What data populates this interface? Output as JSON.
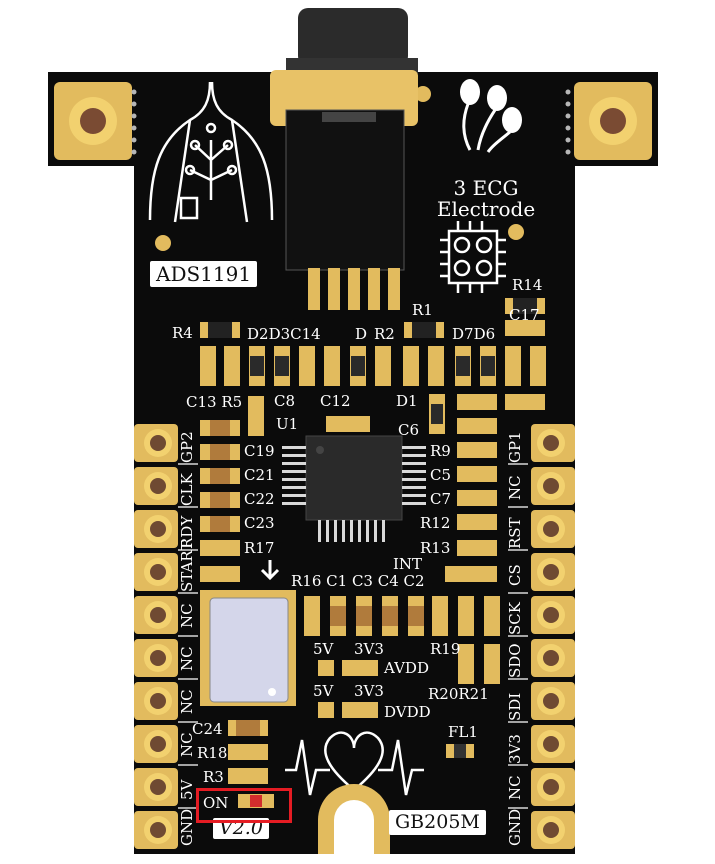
{
  "board": {
    "chip_label": "ADS1191",
    "module_label": "GB205M",
    "version": "V2.0",
    "electrode_text_line1": "3 ECG",
    "electrode_text_line2": "Electrode",
    "on_label": "ON"
  },
  "left_pins": [
    "GP2",
    "CLK",
    "RDY",
    "START",
    "NC",
    "NC",
    "NC",
    "NC",
    "5V",
    "GND"
  ],
  "right_pins": [
    "GP1",
    "NC",
    "RST",
    "CS",
    "SCK",
    "SDO",
    "SDI",
    "3V3",
    "NC",
    "GND"
  ],
  "component_labels": {
    "r4": "R4",
    "d2d3c14": "D2D3C14",
    "d": "D",
    "r2": "R2",
    "r1": "R1",
    "d7d6": "D7D6",
    "r14": "R14",
    "c17": "C17",
    "c13r5": "C13 R5",
    "c8": "C8",
    "c12": "C12",
    "d1": "D1",
    "u1": "U1",
    "c6": "C6",
    "c19": "C19",
    "c21": "C21",
    "c22": "C22",
    "c23": "C23",
    "r17": "R17",
    "r9": "R9",
    "c5": "C5",
    "c7": "C7",
    "r12": "R12",
    "r13": "R13",
    "int": "INT",
    "r16c1c3c4c2": "R16 C1 C3 C4 C2",
    "v5a": "5V",
    "v3a": "3V3",
    "avdd": "AVDD",
    "v5b": "5V",
    "v3b": "3V3",
    "dvdd": "DVDD",
    "r19": "R19",
    "r20r21": "R20R21",
    "fl1": "FL1",
    "c24": "C24",
    "r18": "R18",
    "r3": "R3"
  },
  "colors": {
    "pcb": "#0b0b0b",
    "gold": "#e9c46a",
    "gold_dark": "#b8923a",
    "silk": "#ffffff",
    "highlight": "#e51c23",
    "led": "#d22d2d"
  }
}
